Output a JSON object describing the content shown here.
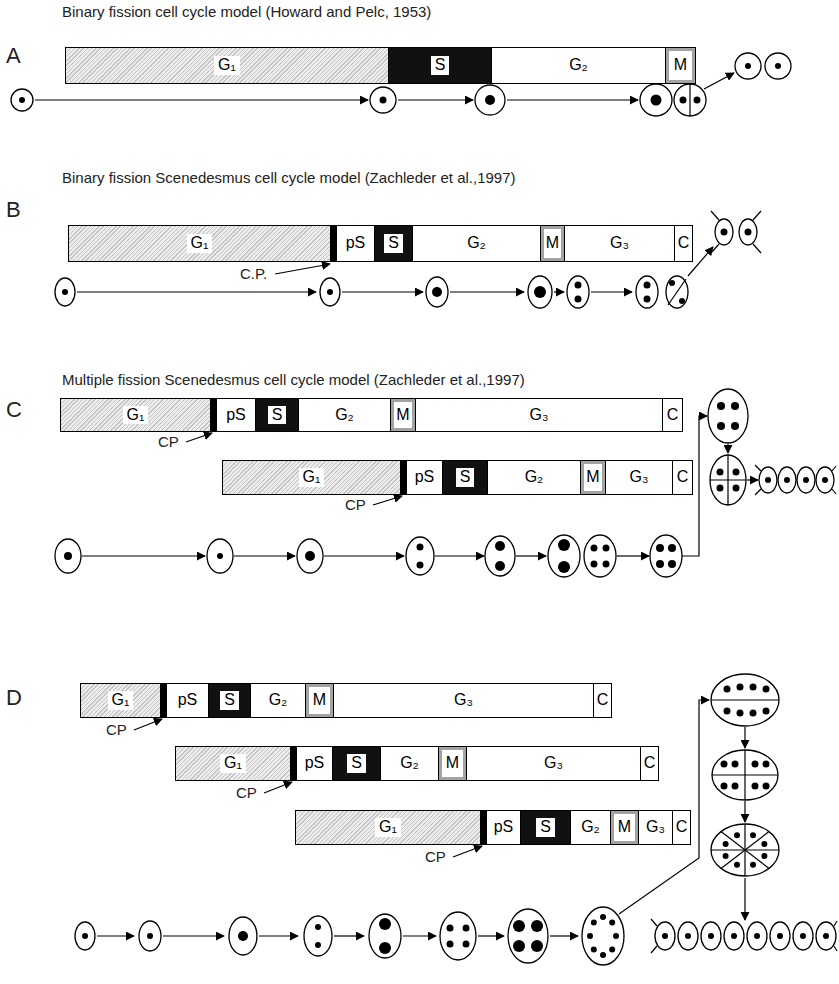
{
  "diagram": {
    "nodes": [
      {
        "text": [
          "G₁"
        ]
      },
      {
        "text": [
          "S"
        ]
      },
      {
        "text": [
          "G₂"
        ]
      },
      {
        "text": [
          "M"
        ]
      },
      {
        "text": [
          "G₁"
        ]
      },
      {
        "text": [
          "pS"
        ]
      },
      {
        "text": [
          "S"
        ]
      },
      {
        "text": [
          "G₂"
        ]
      },
      {
        "text": [
          "M"
        ]
      },
      {
        "text": [
          "G₃"
        ]
      },
      {
        "text": [
          "C"
        ]
      },
      {
        "text": [
          "G₁"
        ]
      },
      {
        "text": [
          "pS"
        ]
      },
      {
        "text": [
          "S"
        ]
      },
      {
        "text": [
          "G₂"
        ]
      },
      {
        "text": [
          "M"
        ]
      },
      {
        "text": [
          "G₃"
        ]
      },
      {
        "text": [
          "C"
        ]
      },
      {
        "text": [
          "G₁"
        ]
      },
      {
        "text": [
          "pS"
        ]
      },
      {
        "text": [
          "S"
        ]
      },
      {
        "text": [
          "G₂"
        ]
      },
      {
        "text": [
          "M"
        ]
      },
      {
        "text": [
          "G₃"
        ]
      },
      {
        "text": [
          "C"
        ]
      },
      {
        "text": [
          "G₁"
        ]
      },
      {
        "text": [
          "pS"
        ]
      },
      {
        "text": [
          "S"
        ]
      },
      {
        "text": [
          "G₂"
        ]
      },
      {
        "text": [
          "M"
        ]
      },
      {
        "text": [
          "G₃"
        ]
      },
      {
        "text": [
          "C"
        ]
      },
      {
        "text": [
          "G₁"
        ]
      },
      {
        "text": [
          "pS"
        ]
      },
      {
        "text": [
          "S"
        ]
      },
      {
        "text": [
          "G₂"
        ]
      },
      {
        "text": [
          "M"
        ]
      },
      {
        "text": [
          "G₃"
        ]
      },
      {
        "text": [
          "C"
        ]
      },
      {
        "text": [
          "G₁"
        ]
      },
      {
        "text": [
          "pS"
        ]
      },
      {
        "text": [
          "S"
        ]
      },
      {
        "text": [
          "G₂"
        ]
      },
      {
        "text": [
          "M"
        ]
      },
      {
        "text": [
          "G₃"
        ]
      },
      {
        "text": [
          "C"
        ]
      }
    ],
    "labels": [
      "Binary fission cell cycle model (Howard and Pelc, 1953)",
      "A",
      "Binary fission Scenedesmus cell cycle model (Zachleder et al.,1997)",
      "B",
      "C.P.",
      "Multiple fission Scenedesmus cell cycle model (Zachleder et al.,1997)",
      "C",
      "CP",
      "CP",
      "D",
      "CP",
      "CP",
      "CP"
    ]
  }
}
